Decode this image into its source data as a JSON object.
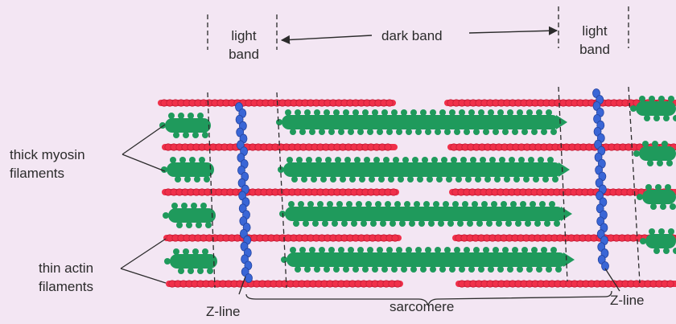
{
  "labels": {
    "light_band_left": [
      "light",
      "band"
    ],
    "dark_band": "dark band",
    "light_band_right": [
      "light",
      "band"
    ],
    "thick_myosin": [
      "thick myosin",
      "filaments"
    ],
    "thin_actin": [
      "thin actin",
      "filaments"
    ],
    "z_line_left": "Z-line",
    "sarcomere": "sarcomere",
    "z_line_right": "Z-line"
  },
  "colors": {
    "background": "#f3e6f3",
    "actin": "#f0304a",
    "myosin": "#1f9a5c",
    "z_line": "#3a66d6",
    "text": "#2b2b2b"
  }
}
